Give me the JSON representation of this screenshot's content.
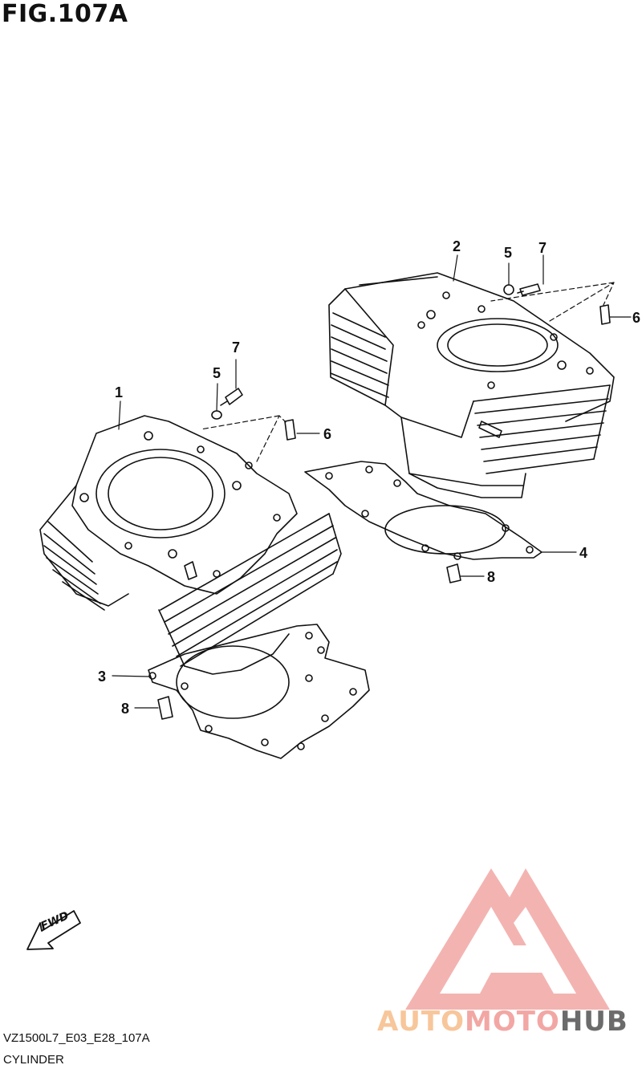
{
  "figure": {
    "title": "FIG.107A"
  },
  "callouts": [
    {
      "id": "c1",
      "text": "1"
    },
    {
      "id": "c2",
      "text": "2"
    },
    {
      "id": "c3",
      "text": "3"
    },
    {
      "id": "c4",
      "text": "4"
    },
    {
      "id": "c5a",
      "text": "5"
    },
    {
      "id": "c5b",
      "text": "5"
    },
    {
      "id": "c6a",
      "text": "6"
    },
    {
      "id": "c6b",
      "text": "6"
    },
    {
      "id": "c7a",
      "text": "7"
    },
    {
      "id": "c7b",
      "text": "7"
    },
    {
      "id": "c8a",
      "text": "8"
    },
    {
      "id": "c8b",
      "text": "8"
    }
  ],
  "fwd_arrow": {
    "label": "FWD"
  },
  "footer": {
    "code": "VZ1500L7_E03_E28_107A",
    "caption": "CYLINDER"
  },
  "watermark": {
    "part1": "AUTO",
    "part2": "MOTO",
    "part3": "HUB",
    "colors": {
      "auto": "#f7c69a",
      "moto": "#f2a7a4",
      "hub": "#6b6b6b",
      "logo": "#f2a7a4"
    }
  }
}
